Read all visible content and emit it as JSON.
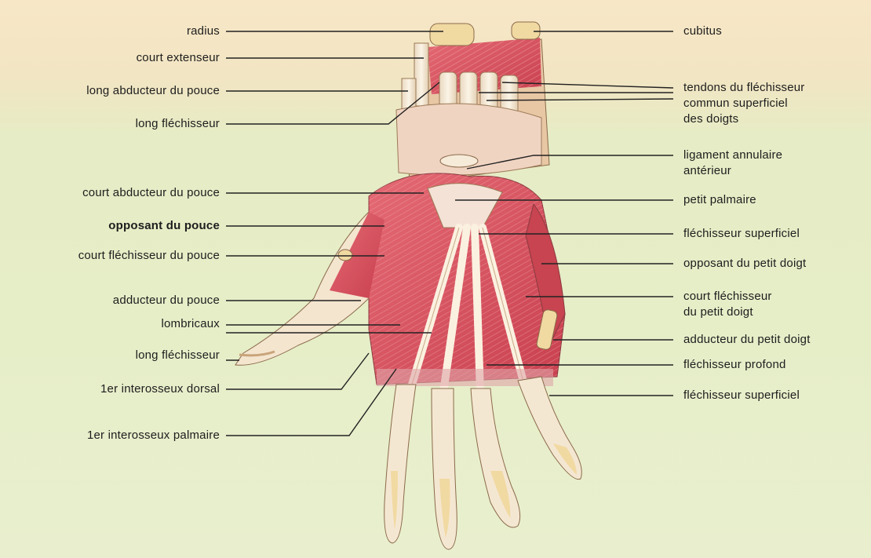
{
  "labels_left": [
    "radius",
    "court extenseur",
    "long abducteur du pouce",
    "long fléchisseur",
    "court abducteur du pouce",
    "opposant du pouce",
    "court fléchisseur du pouce",
    "adducteur du pouce",
    "lombricaux",
    "long fléchisseur",
    "1er interosseux dorsal",
    "1er interosseux palmaire"
  ],
  "labels_right": [
    "cubitus",
    "tendons du fléchisseur",
    "commun superficiel",
    "des doigts",
    "ligament annulaire",
    "antérieur",
    "petit palmaire",
    "fléchisseur superficiel",
    "opposant du petit doigt",
    "court fléchisseur",
    "du petit doigt",
    "adducteur du petit doigt",
    "fléchisseur profond",
    "fléchisseur superficiel"
  ],
  "colors": {
    "background_top": "#f7e7c6",
    "background_bottom": "#e6eec8",
    "muscle": "#d9525f",
    "tendon": "#f4ead7",
    "bone": "#f1d9a2",
    "leader_line": "#222222"
  }
}
